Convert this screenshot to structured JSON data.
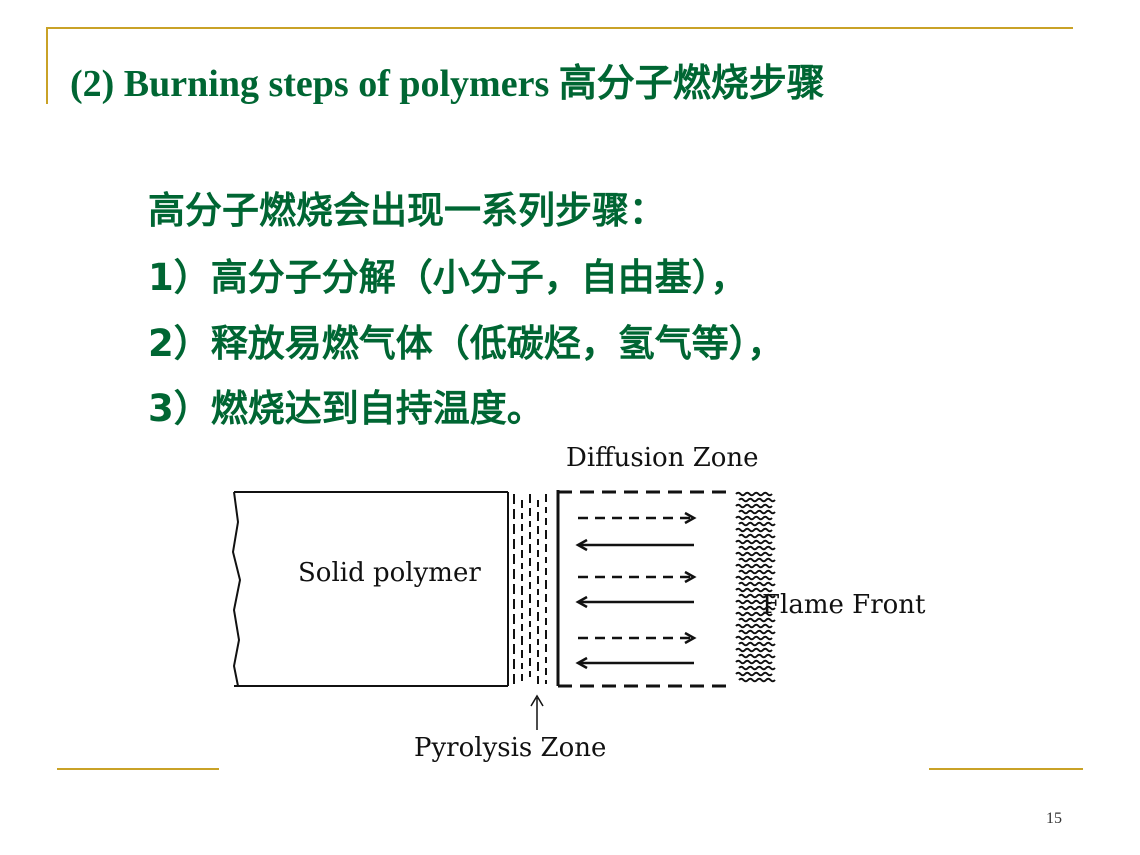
{
  "slide": {
    "title": "(2) Burning steps of polymers 高分子燃烧步骤",
    "lines": [
      "高分子燃烧会出现一系列步骤：",
      "1）高分子分解（小分子，自由基），",
      "2）释放易燃气体（低碳烃，氢气等），",
      "3）燃烧达到自持温度。"
    ],
    "page_number": "15"
  },
  "diagram": {
    "labels": {
      "diffusion_zone": "Diffusion Zone",
      "solid_polymer": "Solid polymer",
      "flame_front": "Flame Front",
      "pyrolysis_zone": "Pyrolysis Zone"
    },
    "arrow_directions": [
      "right",
      "left",
      "right",
      "left",
      "right",
      "left"
    ]
  },
  "colors": {
    "text": "#006633",
    "accent_rule": "#c9a227",
    "diagram_ink": "#111111"
  }
}
